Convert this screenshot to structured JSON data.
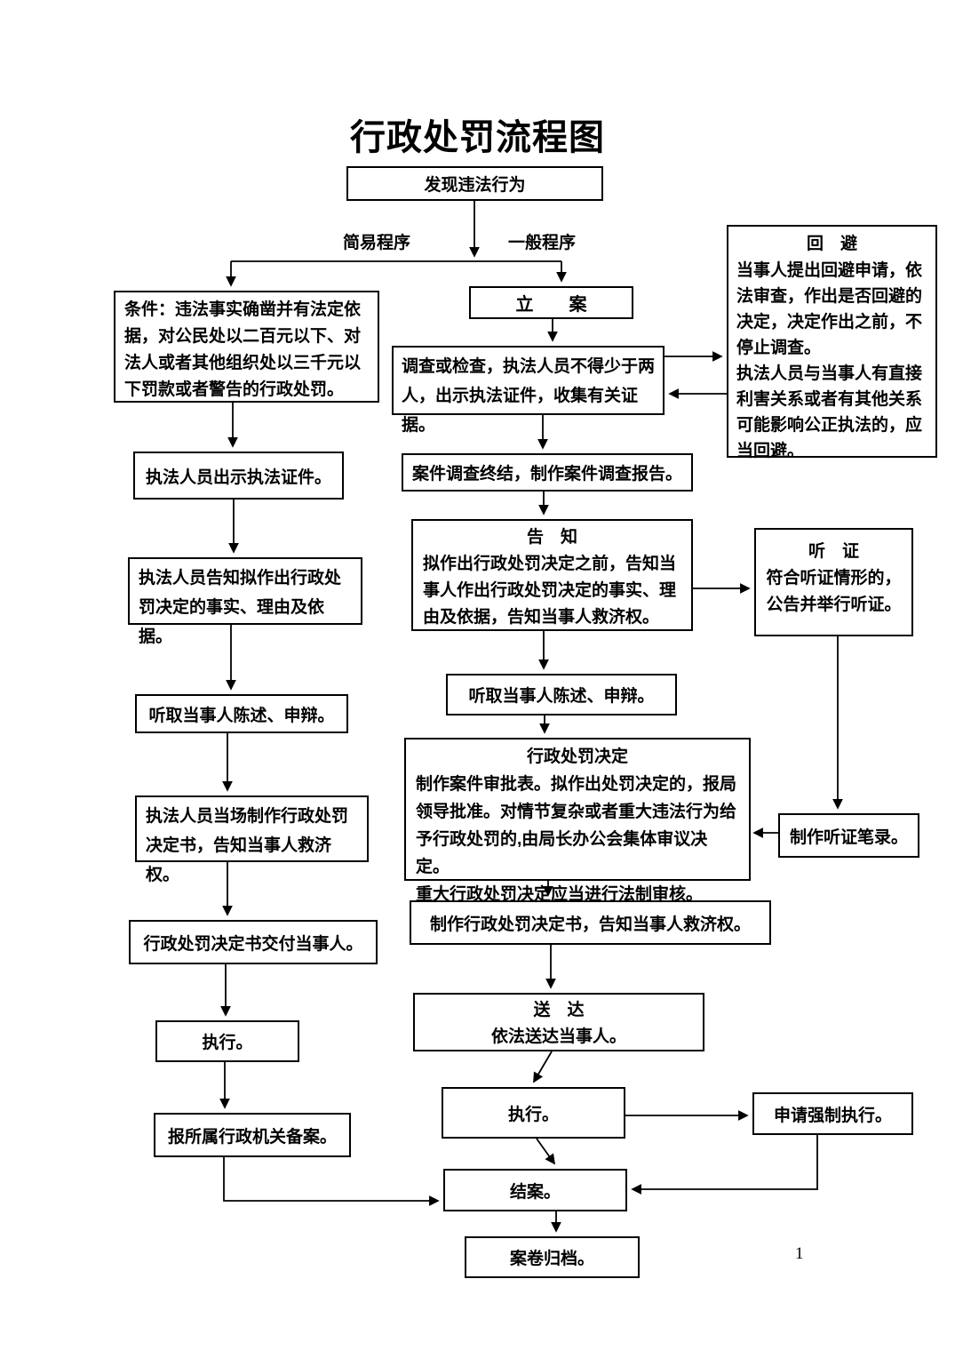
{
  "page": {
    "title": "行政处罚流程图",
    "page_number": "1"
  },
  "branch_labels": {
    "simple": "简易程序",
    "general": "一般程序"
  },
  "nodes": {
    "discover": {
      "text": "发现违法行为"
    },
    "case_filing": {
      "text": "立　　案"
    },
    "condition": {
      "text": "条件：违法事实确凿并有法定依\n据，对公民处以二百元以下、对\n法人或者其他组织处以三千元以\n下罚款或者警告的行政处罚。"
    },
    "investigate": {
      "text": "调查或检查，执法人员不得少于两\n人，出示执法证件，收集有关证据。"
    },
    "recusal": {
      "title": "回　避",
      "text": "当事人提出回避申请，依\n法审查，作出是否回避的\n决定，决定作出之前，不\n停止调查。\n执法人员与当事人有直接\n利害关系或者有其他关系\n可能影响公正执法的，应\n当回避。"
    },
    "investigation_report": {
      "text": "案件调查终结，制作案件调查报告。"
    },
    "notify": {
      "title": "告　知",
      "text": "拟作出行政处罚决定之前，告知当\n事人作出行政处罚决定的事实、理\n由及依据，告知当事人救济权。"
    },
    "hearing": {
      "title": "听　证",
      "text": "符合听证情形的，\n公告并举行听证。"
    },
    "show_credentials": {
      "text": "执法人员出示执法证件。"
    },
    "notify_simple": {
      "text": "执法人员告知拟作出行政处\n罚决定的事实、理由及依据。"
    },
    "hear_statement_simple": {
      "text": "听取当事人陈述、申辩。"
    },
    "onspot_decision": {
      "text": "执法人员当场制作行政处罚\n决定书，告知当事人救济权。"
    },
    "hear_statement_general": {
      "text": "听取当事人陈述、申辩。"
    },
    "penalty_decision": {
      "title": "行政处罚决定",
      "text": "制作案件审批表。拟作出处罚决定的，报局\n领导批准。对情节复杂或者重大违法行为给\n予行政处罚的,由局长办公会集体审议决定。\n重大行政处罚决定应当进行法制审核。"
    },
    "hearing_record": {
      "text": "制作听证笔录。"
    },
    "deliver_decision_simple": {
      "text": "行政处罚决定书交付当事人。"
    },
    "make_decision_doc": {
      "text": "制作行政处罚决定书，告知当事人救济权。"
    },
    "service": {
      "title": "送　达",
      "text": "依法送达当事人。"
    },
    "execute_simple": {
      "text": "执行。"
    },
    "file_for_record": {
      "text": "报所属行政机关备案。"
    },
    "execute_general": {
      "text": "执行。"
    },
    "apply_forced_execution": {
      "text": "申请强制执行。"
    },
    "close_case": {
      "text": "结案。"
    },
    "archive": {
      "text": "案卷归档。"
    }
  }
}
